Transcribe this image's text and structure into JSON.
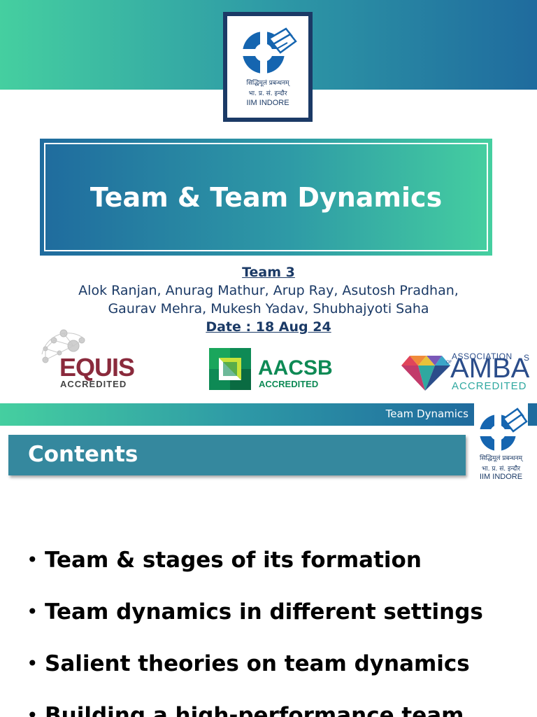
{
  "slide1": {
    "logo": {
      "hindi_line1": "सिद्धिमूलं प्रबन्धनम्",
      "hindi_line2": "भा. प्र. सं. इन्दौर",
      "english": "IIM INDORE"
    },
    "title": "Team & Team Dynamics",
    "team_label": "Team 3",
    "members_line1": "Alok Ranjan, Anurag Mathur, Arup Ray, Asutosh Pradhan,",
    "members_line2": "Gaurav Mehra, Mukesh Yadav, Shubhajyoti Saha",
    "date": "Date : 18 Aug 24",
    "accreditations": {
      "equis": {
        "name": "EQUIS",
        "label": "ACCREDITED"
      },
      "aacsb": {
        "name": "AACSB",
        "label": "ACCREDITED"
      },
      "amba": {
        "assoc": "ASSOCIATION",
        "of": "OF",
        "name": "AMBA",
        "s": "S",
        "label": "ACCREDITED"
      }
    },
    "colors": {
      "navy": "#1b3a66",
      "teal": "#2e9aa6",
      "green": "#45cfa0",
      "blue": "#1f6b9e"
    }
  },
  "slide2": {
    "header_label": "Team Dynamics",
    "contents_title": "Contents",
    "logo": {
      "hindi_line1": "सिद्धिमूलं प्रबन्धनम्",
      "hindi_line2": "भा. प्र. सं. इन्दौर",
      "english": "IIM INDORE"
    },
    "bullets": [
      "Team & stages of its formation",
      "Team dynamics in different settings",
      "Salient theories on team dynamics",
      "Building a high-performance team"
    ]
  }
}
